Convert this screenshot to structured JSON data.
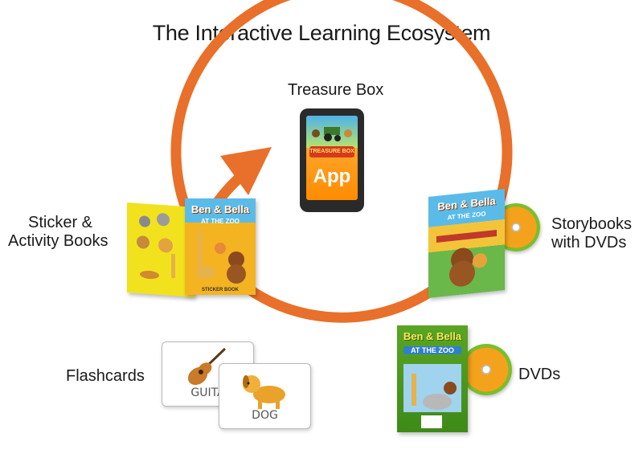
{
  "title": "The Interactive Learning Ecosystem",
  "nodes": {
    "treasure_box": {
      "label": "Treasure Box",
      "banner": "TREASURE BOX",
      "app_text": "App"
    },
    "storybooks": {
      "label_line1": "Storybooks",
      "label_line2": "with DVDs",
      "cover_title": "Ben & Bella",
      "cover_sub": "AT THE ZOO"
    },
    "dvds": {
      "label": "DVDs",
      "cover_title": "Ben & Bella",
      "cover_sub": "AT THE ZOO"
    },
    "flashcards": {
      "label": "Flashcards",
      "cards": [
        "GUITA",
        "DOG"
      ]
    },
    "sticker_books": {
      "label_line1": "Sticker &",
      "label_line2": "Activity Books",
      "cover_title": "Ben & Bella",
      "cover_sub": "AT THE ZOO",
      "footer": "STICKER BOOK"
    }
  },
  "colors": {
    "arrow": "#e8702a",
    "phone": "#2a2a2a",
    "app_orange": "#ff8c00",
    "dvd_green": "#5aa523"
  }
}
